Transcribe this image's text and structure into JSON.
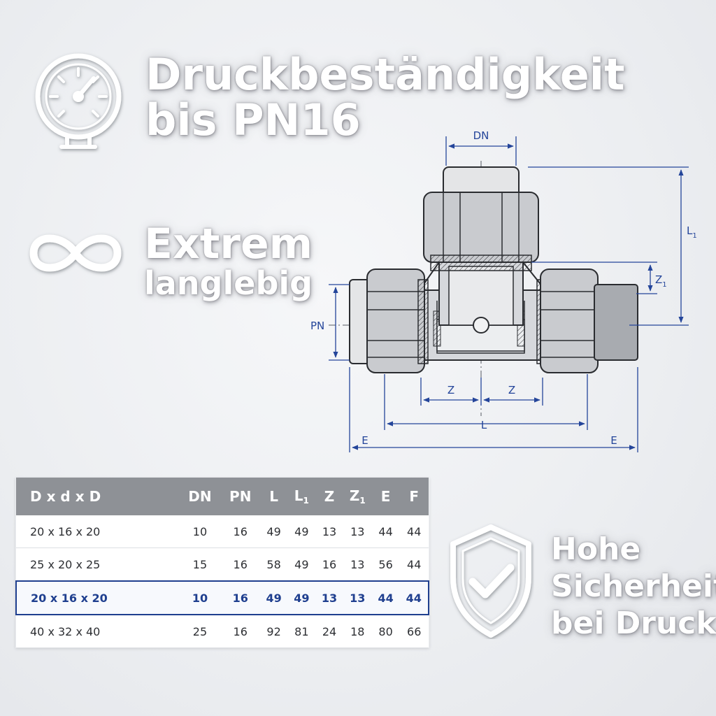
{
  "colors": {
    "background": "#eceef1",
    "header": "#8e9196",
    "accent_blue": "#1f3f8f",
    "line_dark": "#2a2c30",
    "body_fill": "#d6d8dc"
  },
  "features": [
    {
      "id": "pressure",
      "icon": "pressure-gauge-icon",
      "lines": [
        "Druckbeständigkeit",
        "bis PN16"
      ]
    },
    {
      "id": "durable",
      "icon": "infinity-icon",
      "lines": [
        "Extrem",
        "langlebig"
      ]
    },
    {
      "id": "safety",
      "icon": "shield-check-icon",
      "lines": [
        "Hohe",
        "Sicherheit",
        "bei Druck"
      ]
    }
  ],
  "drawing": {
    "labels": {
      "dn": "DN",
      "pn": "PN",
      "l": "L",
      "l1": "L",
      "l1_sub": "1",
      "z": "Z",
      "z1": "Z",
      "z1_sub": "1",
      "e": "E"
    }
  },
  "table": {
    "columns": [
      {
        "main": "D x d x D"
      },
      {
        "main": "DN"
      },
      {
        "main": "PN"
      },
      {
        "main": "L"
      },
      {
        "main": "L",
        "sub": "1"
      },
      {
        "main": "Z"
      },
      {
        "main": "Z",
        "sub": "1"
      },
      {
        "main": "E"
      },
      {
        "main": "F"
      }
    ],
    "rows": [
      {
        "cells": [
          "20 x 16 x 20",
          "10",
          "16",
          "49",
          "49",
          "13",
          "13",
          "44",
          "44"
        ],
        "highlight": false
      },
      {
        "cells": [
          "25 x 20 x 25",
          "15",
          "16",
          "58",
          "49",
          "16",
          "13",
          "56",
          "44"
        ],
        "highlight": false
      },
      {
        "cells": [
          "20 x 16 x 20",
          "10",
          "16",
          "49",
          "49",
          "13",
          "13",
          "44",
          "44"
        ],
        "highlight": true
      },
      {
        "cells": [
          "40 x 32 x 40",
          "25",
          "16",
          "92",
          "81",
          "24",
          "18",
          "80",
          "66"
        ],
        "highlight": false
      }
    ]
  }
}
